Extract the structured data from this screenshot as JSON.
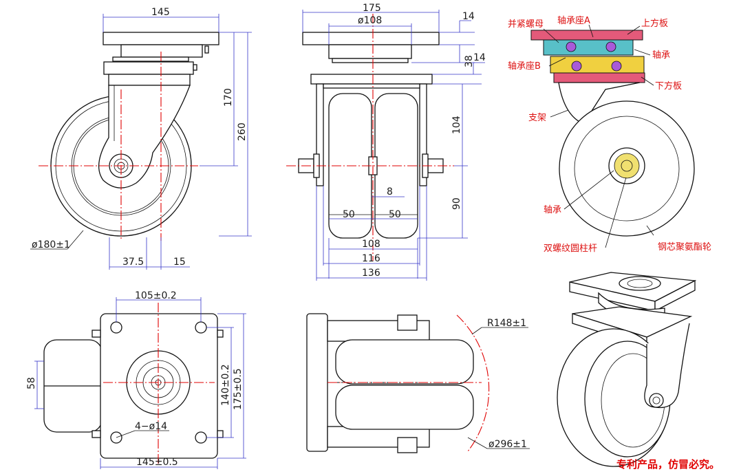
{
  "front_view": {
    "dims": {
      "top_width": "145",
      "height_overall": "260",
      "height_upper": "170",
      "wheel_dia": "ø180±1",
      "offset": "37.5",
      "offset2": "15"
    }
  },
  "side_view": {
    "dims": {
      "plate_width": "175",
      "boss_dia": "ø108",
      "plate_thick": "14",
      "boss_h": "38",
      "lower_thick": "14",
      "upper_h": "104",
      "lower_h": "90",
      "gap": "8",
      "wheel_w_left": "50",
      "wheel_w_right": "50",
      "w108": "108",
      "w116": "116",
      "w136": "136"
    }
  },
  "section_view": {
    "labels": {
      "lock_nut": "并紧螺母",
      "bearing_seat_a": "轴承座A",
      "top_plate": "上方板",
      "bearing_top": "轴承",
      "bearing_seat_b": "轴承座B",
      "bottom_plate": "下方板",
      "bracket": "支架",
      "bearing_axle": "轴承",
      "axle": "双螺纹圆柱杆",
      "wheel": "钢芯聚氨酯轮"
    }
  },
  "top_view": {
    "dims": {
      "hole_spacing_x": "105±0.2",
      "hole_spacing_y": "140±0.2",
      "plate_h": "175±0.5",
      "plate_w": "145±0.5",
      "holes": "4−ø14",
      "wheel_gap": "58"
    }
  },
  "swivel_view": {
    "dims": {
      "swivel_radius": "R148±1",
      "swivel_dia": "ø296±1"
    }
  },
  "notice": "专利产品，仿冒必究。"
}
